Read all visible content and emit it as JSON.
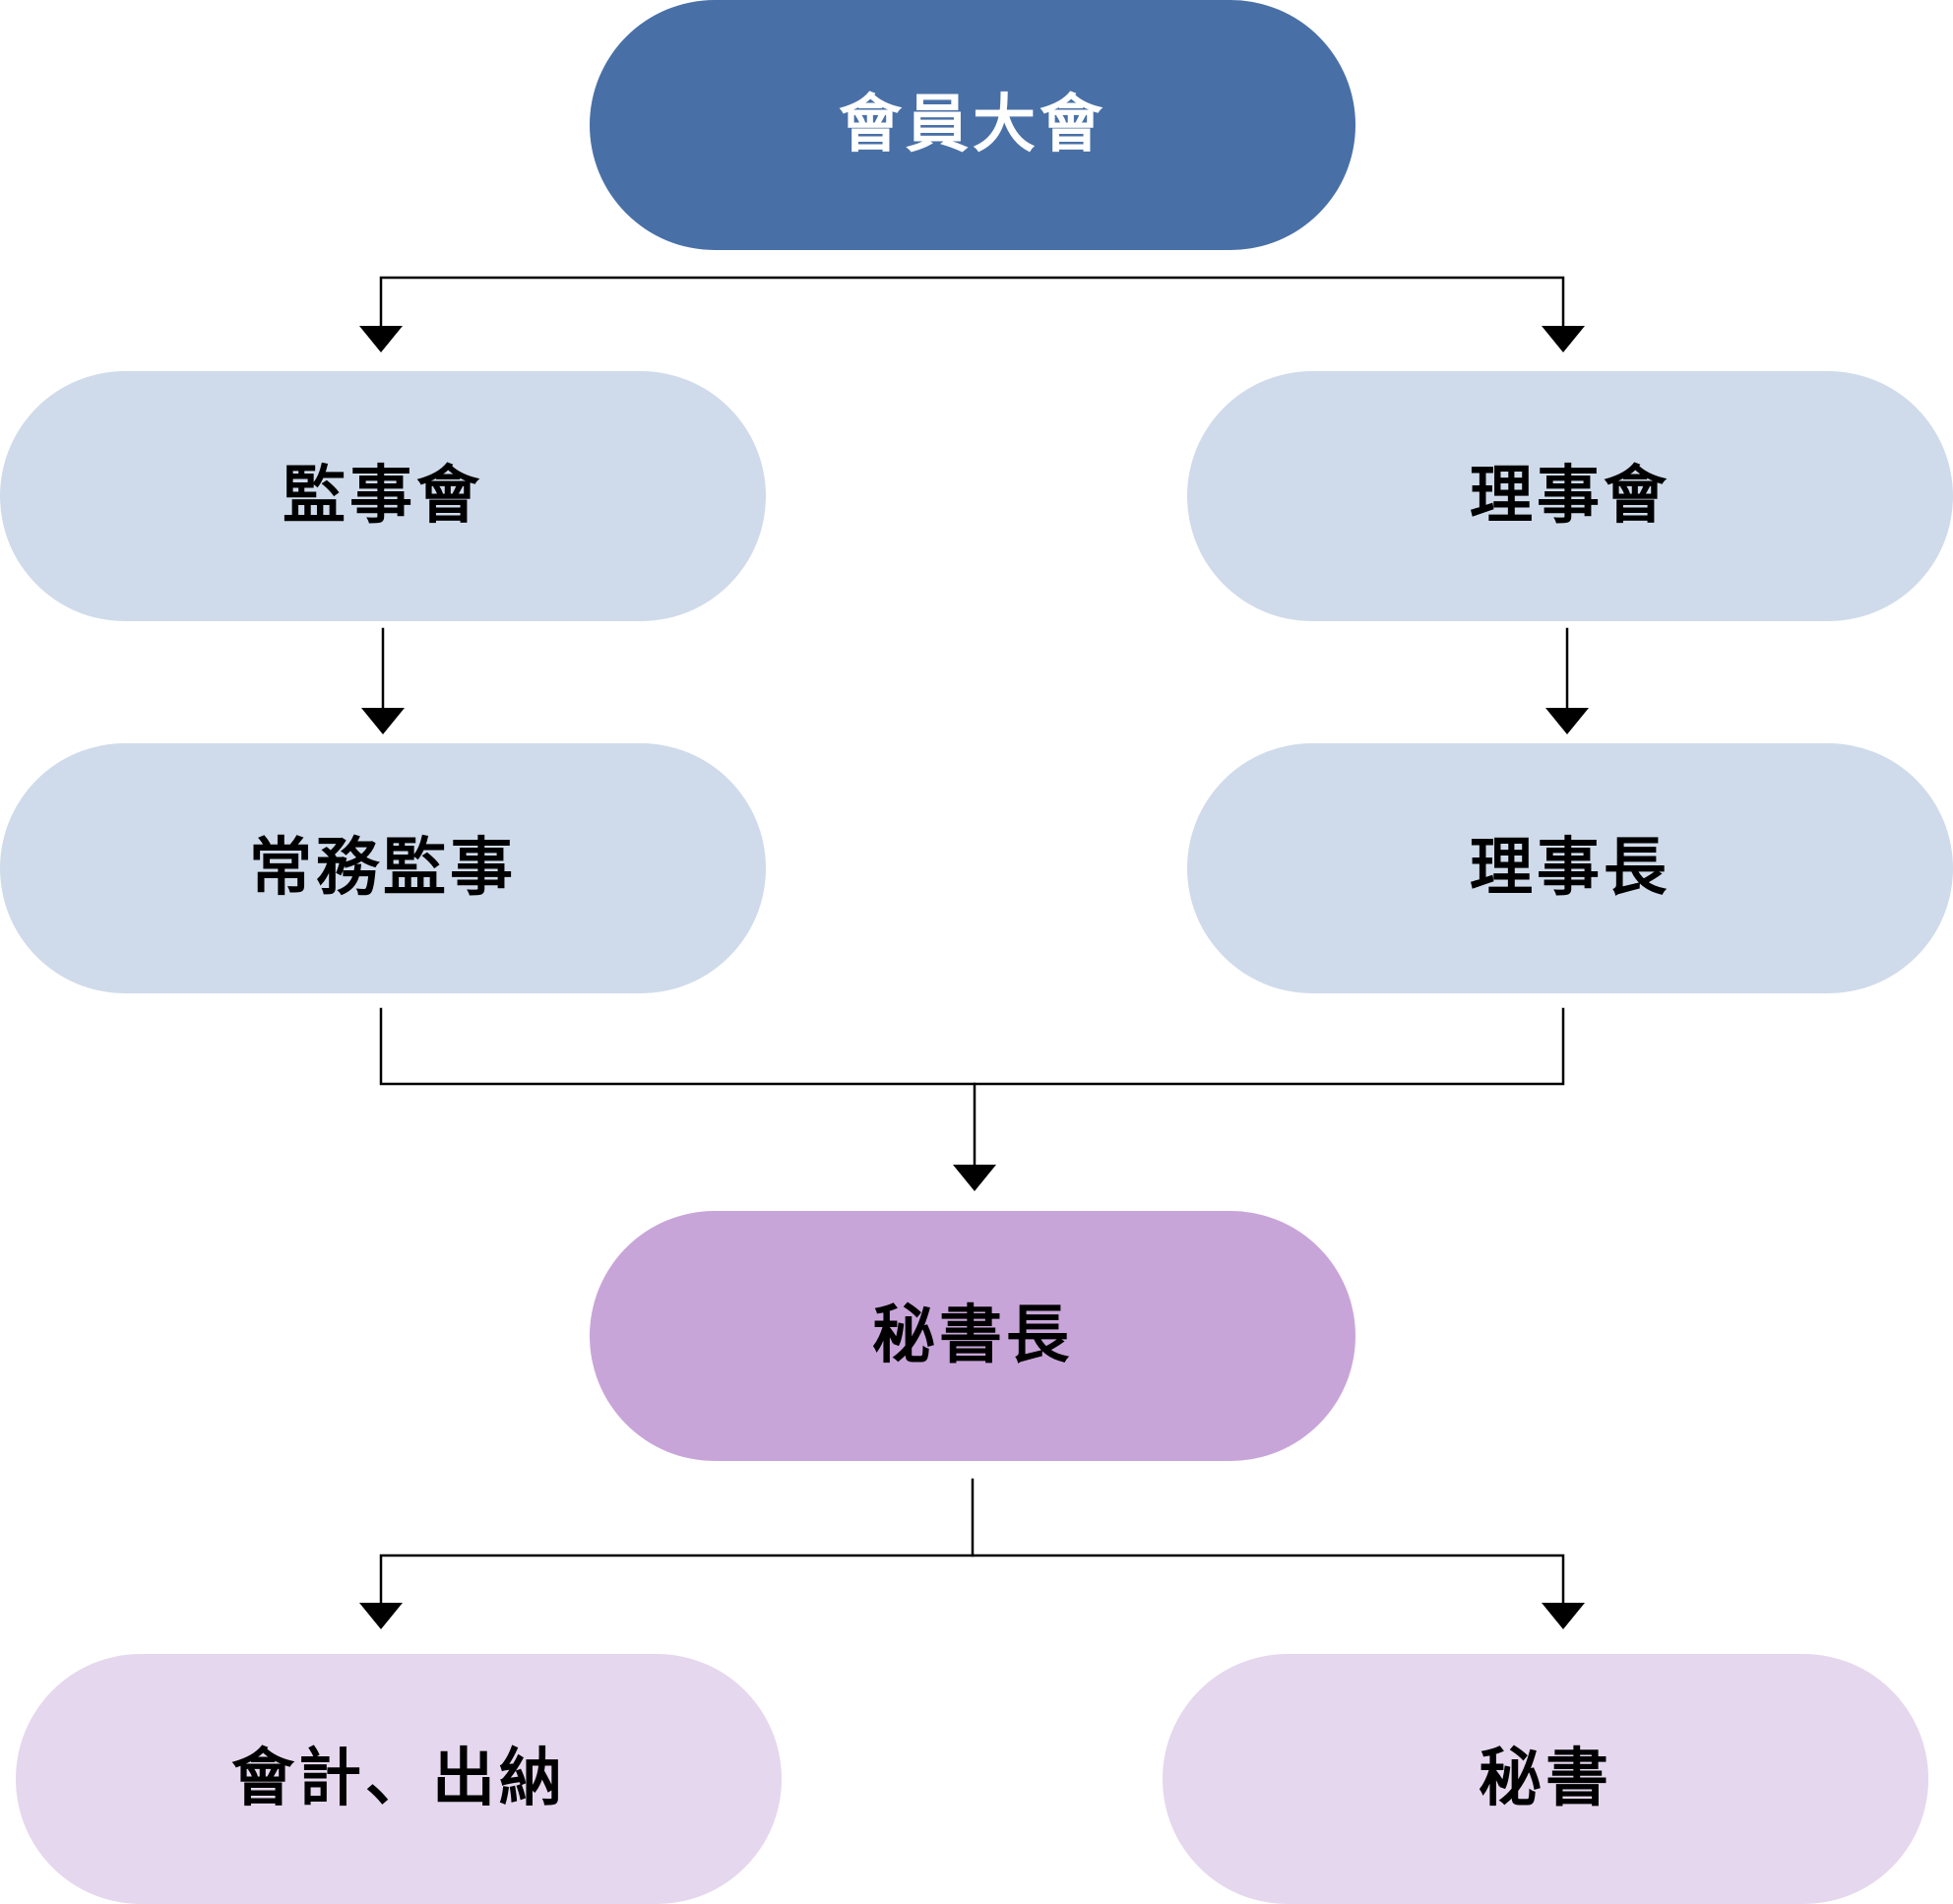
{
  "nodes": {
    "assembly": {
      "label": "會員大會",
      "color": "#4870a7",
      "text_color": "#ffffff"
    },
    "supervisory_board": {
      "label": "監事會",
      "color": "#cfdbea"
    },
    "board_of_directors": {
      "label": "理事會",
      "color": "#cfdbea"
    },
    "standing_supervisor": {
      "label": "常務監事",
      "color": "#cfdbea"
    },
    "chairman": {
      "label": "理事長",
      "color": "#cfdbea"
    },
    "secretary_general": {
      "label": "秘書長",
      "color": "#c8a5d9"
    },
    "accounting_cashier": {
      "label": "會計、出納",
      "color": "#e5d7ed"
    },
    "secretary": {
      "label": "秘書",
      "color": "#e5d7ed"
    }
  },
  "edges": [
    {
      "from": "會員大會",
      "to": "監事會"
    },
    {
      "from": "會員大會",
      "to": "理事會"
    },
    {
      "from": "監事會",
      "to": "常務監事"
    },
    {
      "from": "理事會",
      "to": "理事長"
    },
    {
      "from": "常務監事",
      "to": "秘書長"
    },
    {
      "from": "理事長",
      "to": "秘書長"
    },
    {
      "from": "秘書長",
      "to": "會計、出納"
    },
    {
      "from": "秘書長",
      "to": "秘書"
    }
  ],
  "line_color": "#000000"
}
